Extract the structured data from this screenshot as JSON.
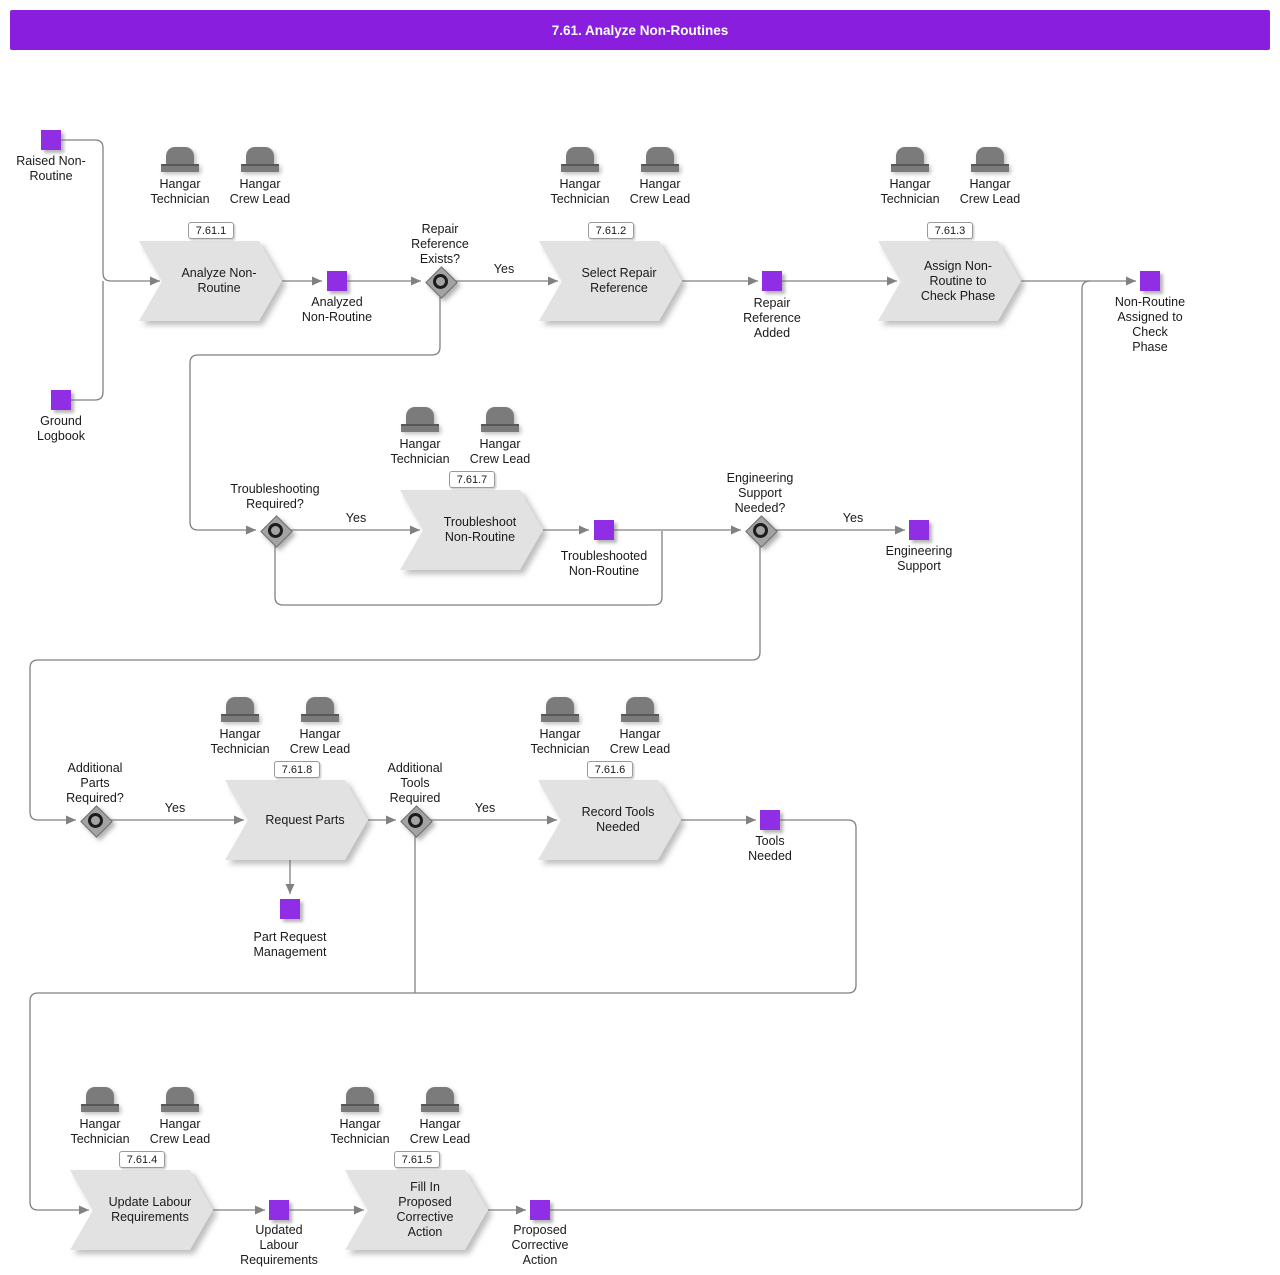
{
  "header": {
    "title": "7.61. Analyze Non-Routines"
  },
  "tasks": [
    {
      "ref": "7.61.1",
      "label": "Analyze Non-\nRoutine"
    },
    {
      "ref": "7.61.2",
      "label": "Select Repair\nReference"
    },
    {
      "ref": "7.61.3",
      "label": "Assign Non-\nRoutine to\nCheck Phase"
    },
    {
      "ref": "7.61.7",
      "label": "Troubleshoot\nNon-Routine"
    },
    {
      "ref": "7.61.8",
      "label": "Request Parts"
    },
    {
      "ref": "7.61.6",
      "label": "Record Tools\nNeeded"
    },
    {
      "ref": "7.61.4",
      "label": "Update Labour\nRequirements"
    },
    {
      "ref": "7.61.5",
      "label": "Fill In\nProposed\nCorrective\nAction"
    }
  ],
  "artifacts": [
    {
      "label": "Raised Non-\nRoutine"
    },
    {
      "label": "Ground\nLogbook"
    },
    {
      "label": "Analyzed\nNon-Routine"
    },
    {
      "label": "Repair\nReference\nAdded"
    },
    {
      "label": "Non-Routine\nAssigned to\nCheck\nPhase"
    },
    {
      "label": "Troubleshooted\nNon-Routine"
    },
    {
      "label": "Engineering\nSupport"
    },
    {
      "label": "Part Request\nManagement"
    },
    {
      "label": "Tools\nNeeded"
    },
    {
      "label": "Updated\nLabour\nRequirements"
    },
    {
      "label": "Proposed\nCorrective\nAction"
    }
  ],
  "gateways": [
    {
      "label": "Repair\nReference\nExists?"
    },
    {
      "label": "Troubleshooting\nRequired?"
    },
    {
      "label": "Engineering\nSupport\nNeeded?"
    },
    {
      "label": "Additional\nParts\nRequired?"
    },
    {
      "label": "Additional\nTools\nRequired"
    }
  ],
  "roles": {
    "technician": "Hangar\nTechnician",
    "crew_lead": "Hangar\nCrew Lead"
  },
  "edge_labels": {
    "yes": "Yes"
  },
  "colors": {
    "header": "#8A1EDF",
    "artifact": "#8F2EE4",
    "shape_fill": "#E2E2E2",
    "line": "#818181"
  }
}
